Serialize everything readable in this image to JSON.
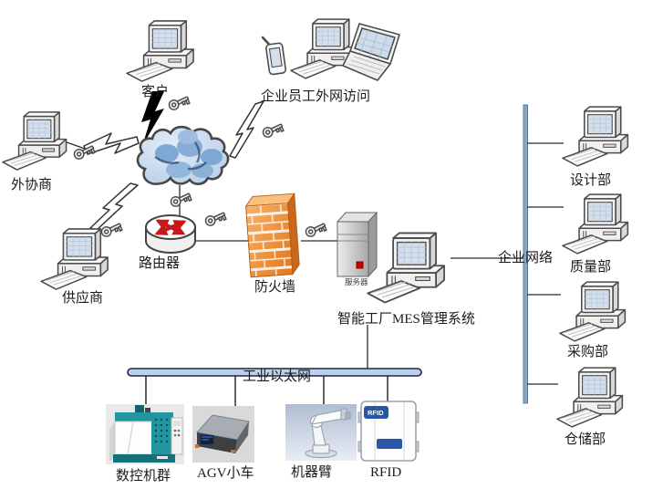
{
  "diagram": {
    "external_nodes": {
      "customer": "客户",
      "employees": "企业员工外网访问",
      "partner": "外协商",
      "supplier": "供应商"
    },
    "core_nodes": {
      "router": "路由器",
      "firewall": "防火墙",
      "server": "服务器",
      "mes": "智能工厂MES管理系统"
    },
    "enterprise_network": {
      "label": "企业网络",
      "departments": [
        {
          "label": "设计部"
        },
        {
          "label": "质量部"
        },
        {
          "label": "采购部"
        },
        {
          "label": "仓储部"
        }
      ]
    },
    "industrial_ethernet": {
      "label": "工业以太网",
      "rfid_box_label": "RFID",
      "devices": [
        {
          "label": "数控机群"
        },
        {
          "label": "AGV小车"
        },
        {
          "label": "机器臂"
        },
        {
          "label": "RFID"
        }
      ]
    },
    "colors": {
      "enterprise_line": "#8ca6c0",
      "ethernet_bar": "#b9d2ea",
      "firewall_orange": "#ef8c2e",
      "cloud_blue": "#c9dbee",
      "router_arrow": "#c61a1a",
      "rfid_blue": "#2a56a8",
      "cnc_teal": "#2196a0"
    }
  }
}
